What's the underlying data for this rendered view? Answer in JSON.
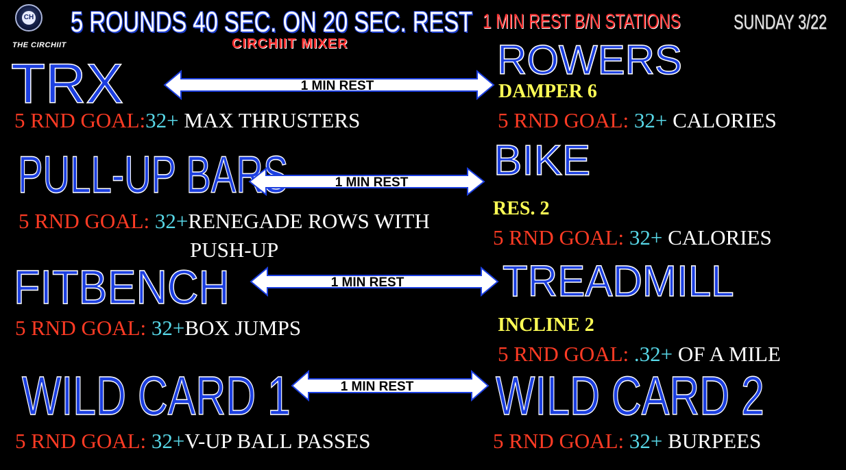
{
  "header": {
    "logo_text": "CH",
    "logo_caption": "THE CIRCHIIT",
    "title": "5 ROUNDS 40 SEC. ON 20 SEC. REST",
    "subtitle": "CIRCHIIT MIXER",
    "station_rest": "1 MIN REST B/N STATIONS",
    "date": "SUNDAY 3/22"
  },
  "arrow_label": "1 MIN REST",
  "stations": {
    "trx": {
      "name": "TRX",
      "goal_label": "5 RND GOAL:",
      "goal_number": "32+",
      "goal_exercise": " MAX THRUSTERS"
    },
    "rowers": {
      "name": "ROWERS",
      "setting": "DAMPER 6",
      "goal_label": "5 RND GOAL: ",
      "goal_number": "32+",
      "goal_exercise": " CALORIES"
    },
    "pullup": {
      "name": "PULL-UP BARS",
      "goal_label": "5 RND GOAL: ",
      "goal_number": "32+",
      "goal_exercise": "RENEGADE ROWS WITH",
      "goal_exercise_2": "PUSH-UP"
    },
    "bike": {
      "name": "BIKE",
      "setting": "RES. 2",
      "goal_label": "5 RND GOAL: ",
      "goal_number": "32+",
      "goal_exercise": " CALORIES"
    },
    "fitbench": {
      "name": "FITBENCH",
      "goal_label": "5 RND GOAL: ",
      "goal_number": "32+",
      "goal_exercise": "BOX JUMPS"
    },
    "treadmill": {
      "name": "TREADMILL",
      "setting": "INCLINE 2",
      "goal_label": "5 RND GOAL: ",
      "goal_number": ".32+",
      "goal_exercise": " OF A MILE"
    },
    "wild1": {
      "name": "WILD CARD 1",
      "goal_label": "5 RND GOAL: ",
      "goal_number": "32+",
      "goal_exercise": "V-UP BALL PASSES"
    },
    "wild2": {
      "name": "WILD CARD 2",
      "goal_label": "5 RND GOAL: ",
      "goal_number": "32+",
      "goal_exercise": " BURPEES"
    }
  },
  "colors": {
    "background": "#000000",
    "station_name": "#1c3fe0",
    "goal_label": "#ff3b24",
    "goal_number": "#58d8e8",
    "setting": "#ffff55",
    "title_red": "#ff3131"
  }
}
